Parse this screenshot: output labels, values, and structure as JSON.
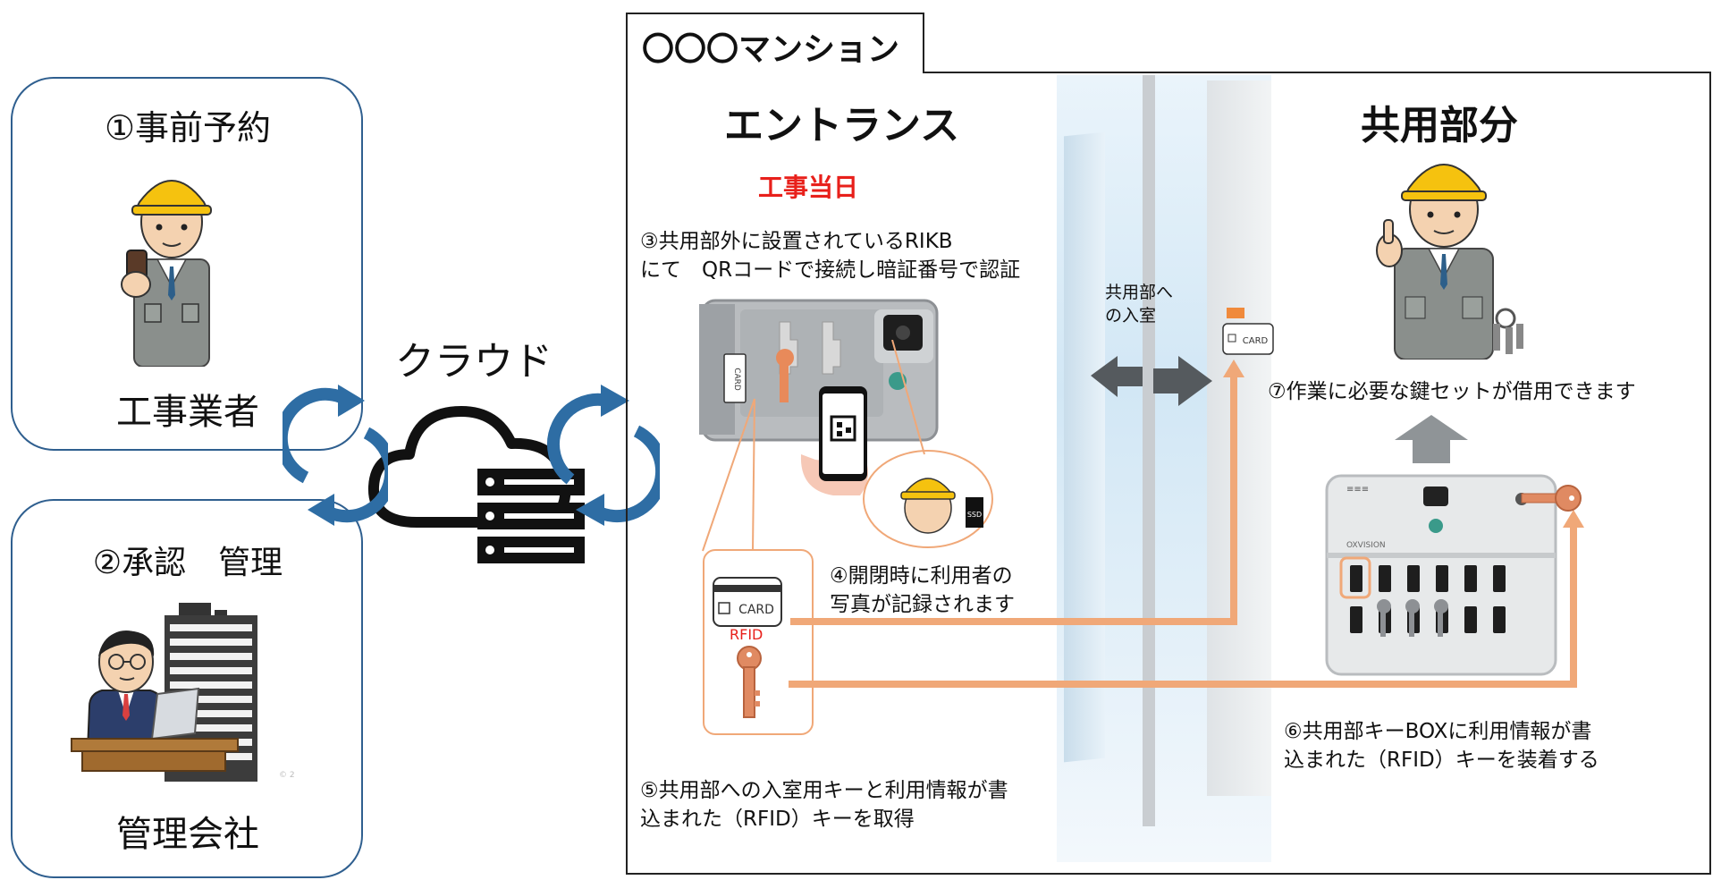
{
  "left_panel": {
    "reserve_title": "①事前予約",
    "contractor_label": "工事業者",
    "approve_title": "②承認　管理",
    "company_label": "管理会社",
    "watermark": "© 2",
    "cloud_label": "クラウド"
  },
  "building": {
    "name": "〇〇〇マンション",
    "entrance_title": "エントランス",
    "common_title": "共用部分",
    "work_day": "工事当日",
    "step3_line1": "③共用部外に設置されているRIKB",
    "step3_line2": "にて　QRコードで接続し暗証番号で認証",
    "door_label_line1": "共用部へ",
    "door_label_line2": "の入室",
    "step4_line1": "④開閉時に利用者の",
    "step4_line2": "写真が記録されます",
    "step5_line1": "⑤共用部への入室用キーと利用情報が書",
    "step5_line2": "込まれた（RFID）キーを取得",
    "step6_line1": "⑥共用部キーBOXに利用情報が書",
    "step6_line2": "込まれた（RFID）キーを装着する",
    "step7": "⑦作業に必要な鍵セットが借用できます",
    "card_label": "CARD",
    "rfid_label": "RFID",
    "ssd_label": "SSD",
    "box_brand": "OXVISION"
  },
  "colors": {
    "box_border": "#2f5f8f",
    "sync_arrow": "#2e6da4",
    "orange_line": "#f0a878",
    "red_text": "#e8201b",
    "helmet": "#f5c20f"
  }
}
